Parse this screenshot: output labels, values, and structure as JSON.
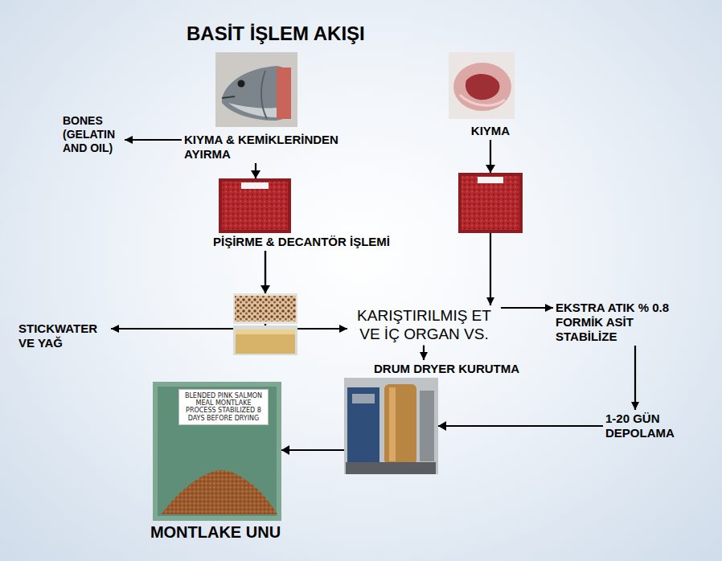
{
  "diagram": {
    "title": "BASİT İŞLEM AKIŞI",
    "nodes": [
      {
        "text": [
          "KIYMA & KEMİKLERİNDEN AYIRMA"
        ]
      },
      {
        "text": [
          "BONES (GELATIN AND OIL)"
        ]
      },
      {
        "text": [
          "KIYMA"
        ]
      },
      {
        "text": [
          "PİŞİRME & DECANTÖR İŞLEMİ"
        ]
      },
      {
        "text": [
          "STICKWATER VE YAĞ"
        ]
      },
      {
        "text": [
          "KARIŞTIRILMIŞ ET VE İÇ ORGAN VS."
        ]
      },
      {
        "text": [
          "EKSTRA ATIK % 0.8 FORMİK ASİT STABİLİZE"
        ]
      },
      {
        "text": [
          "DRUM DRYER KURUTMA"
        ]
      },
      {
        "text": [
          "1-20 GÜN DEPOLAMA"
        ]
      },
      {
        "text": [
          "MONTLAKE UNU"
        ]
      }
    ],
    "edges": [
      {
        "from": 0,
        "to": 1,
        "arrow": "to"
      },
      {
        "from": 0,
        "to": 3,
        "arrow": "to"
      },
      {
        "from": 2,
        "to": 5,
        "arrow": "to"
      },
      {
        "from": 3,
        "to": 4,
        "arrow": "to"
      },
      {
        "from": 3,
        "to": 5,
        "arrow": "to"
      },
      {
        "from": 5,
        "to": 6,
        "arrow": "to"
      },
      {
        "from": 5,
        "to": 7,
        "arrow": "to"
      },
      {
        "from": 6,
        "to": 8,
        "arrow": "to"
      },
      {
        "from": 8,
        "to": 7,
        "arrow": "to"
      },
      {
        "from": 7,
        "to": 9,
        "arrow": "to"
      }
    ],
    "labels": [
      "BLENDED PINK SALMON MEAL MONTLAKE PROCESS STABILIZED 8 DAYS BEFORE DRYING"
    ]
  }
}
